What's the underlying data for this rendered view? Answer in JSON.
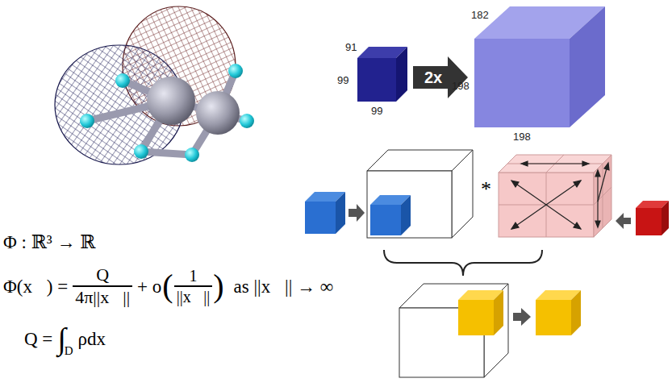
{
  "diagram": {
    "nodes": [
      {
        "text": [
          "2x"
        ]
      }
    ],
    "labels": [
      "91",
      "99",
      "99",
      "182",
      "198",
      "198",
      "*",
      "Φ : ℝ³ → ℝ",
      "Φ(x⃗) =",
      "Q",
      "4π||x⃗||",
      "+ o",
      "(",
      "1",
      "||x⃗||",
      ")",
      "as ||x⃗|| → ∞",
      "Q =",
      "∫",
      "D",
      "ρdx⃗"
    ]
  }
}
